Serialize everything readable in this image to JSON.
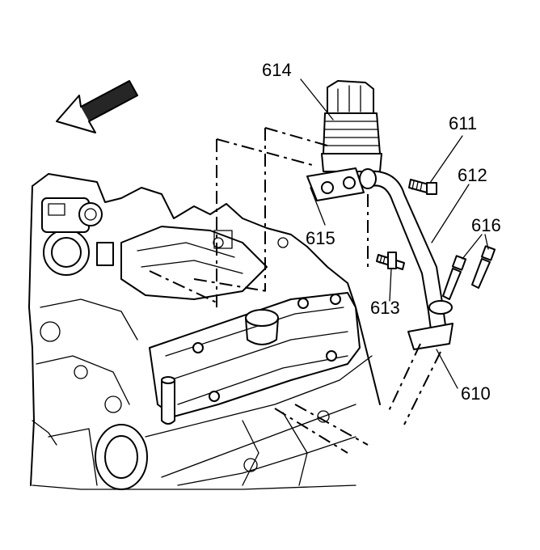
{
  "callouts": {
    "c614": "614",
    "c611": "611",
    "c612": "612",
    "c616": "616",
    "c615": "615",
    "c613": "613",
    "c610": "610"
  },
  "colors": {
    "ink": "#000000",
    "paper": "#ffffff"
  },
  "icons": {
    "direction_arrow": "forward-arrow-icon"
  }
}
